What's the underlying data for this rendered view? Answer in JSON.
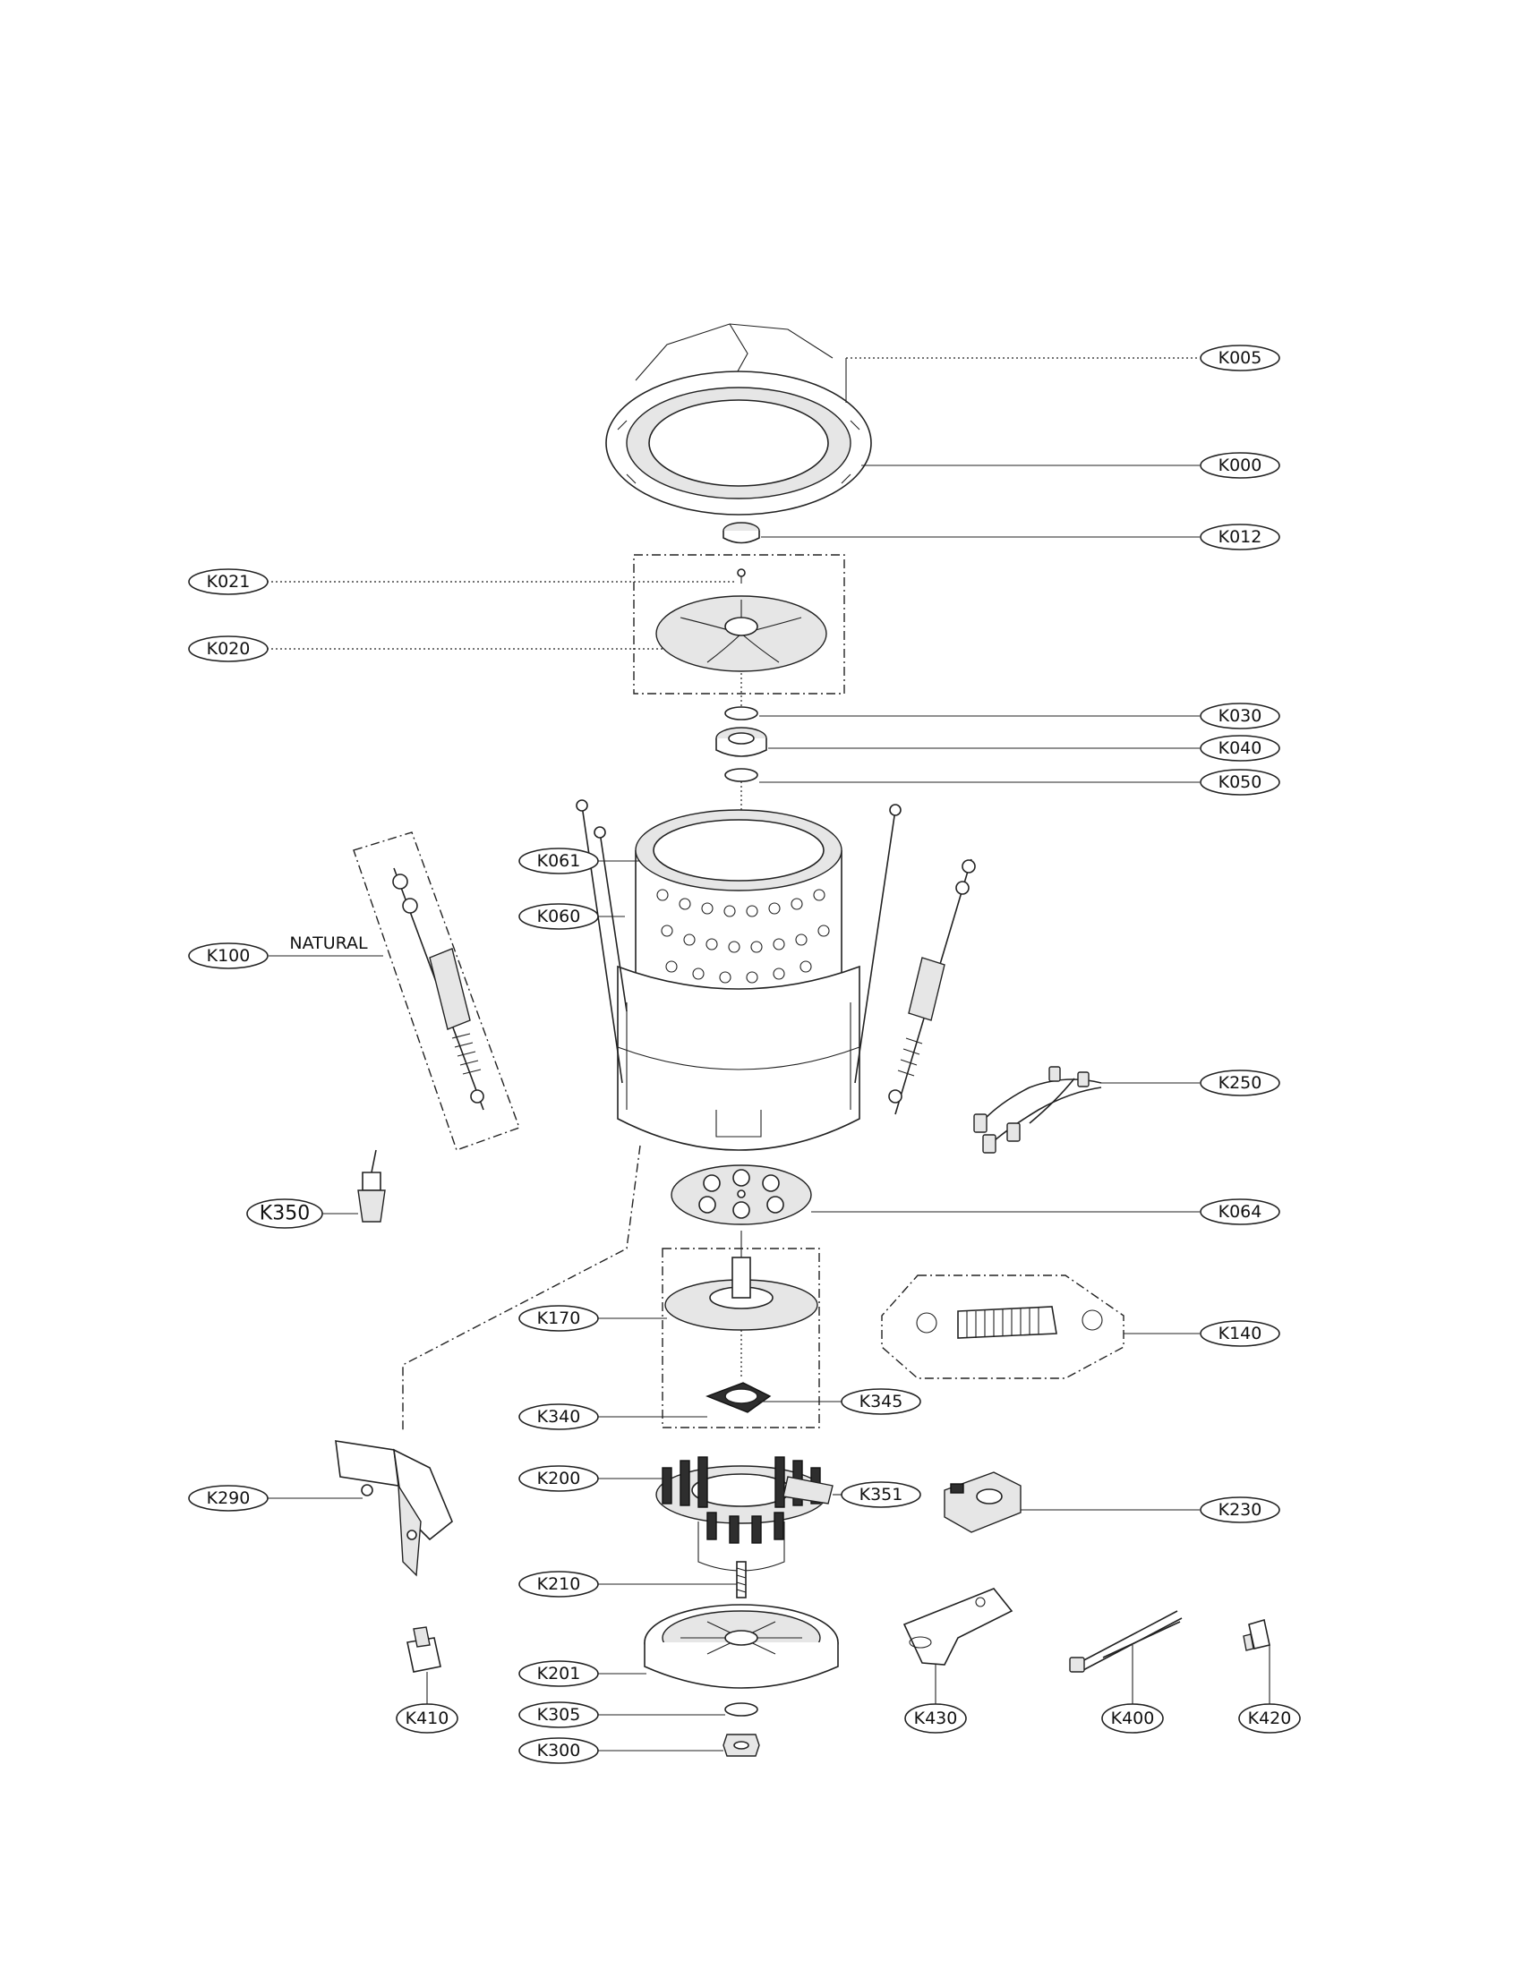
{
  "diagram": {
    "callouts": {
      "k005": "K005",
      "k000": "K000",
      "k012": "K012",
      "k021": "K021",
      "k020": "K020",
      "k030": "K030",
      "k040": "K040",
      "k050": "K050",
      "k061": "K061",
      "k060": "K060",
      "k100": "K100",
      "k250": "K250",
      "k350": "K350",
      "k064": "K064",
      "k170": "K170",
      "k140": "K140",
      "k340": "K340",
      "k345": "K345",
      "k290": "K290",
      "k200": "K200",
      "k351": "K351",
      "k230": "K230",
      "k210": "K210",
      "k201": "K201",
      "k410": "K410",
      "k305": "K305",
      "k300": "K300",
      "k430": "K430",
      "k400": "K400",
      "k420": "K420"
    },
    "annotation": "NATURAL"
  }
}
